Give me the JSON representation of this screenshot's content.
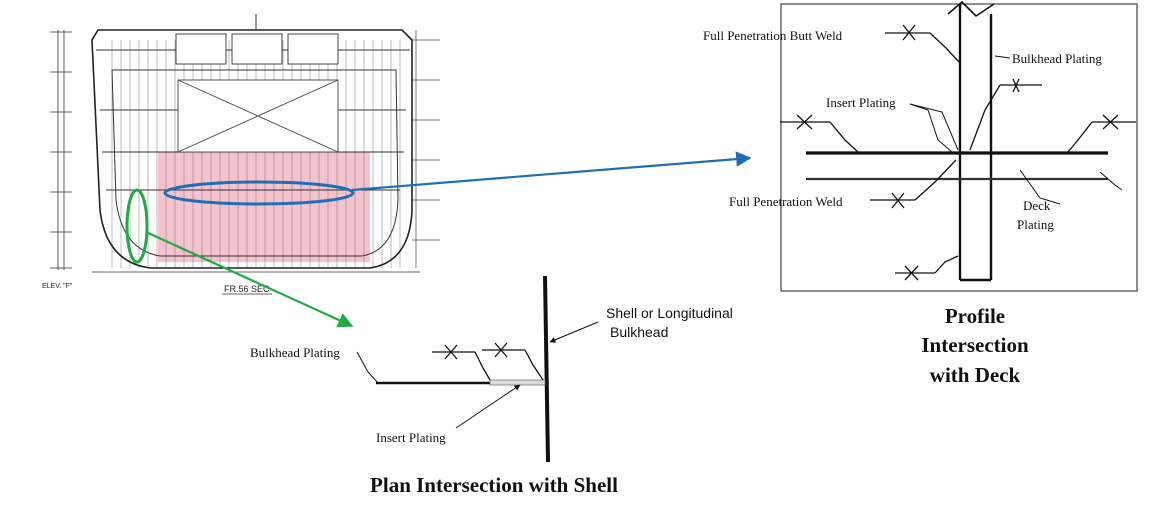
{
  "drawing": {
    "elev_label": "ELEV. \"F\"",
    "section_label": "FR.56 SEC"
  },
  "profile_detail": {
    "full_pen_butt_weld": "Full Penetration Butt Weld",
    "bulkhead_plating": "Bulkhead Plating",
    "insert_plating": "Insert Plating",
    "full_pen_weld": "Full Penetration Weld",
    "deck_plating_1": "Deck",
    "deck_plating_2": "Plating",
    "caption_1": "Profile",
    "caption_2": "Intersection",
    "caption_3": "with Deck"
  },
  "plan_detail": {
    "bulkhead_plating": "Bulkhead Plating",
    "shell_label_1": "Shell or Longitudinal",
    "shell_label_2": "Bulkhead",
    "insert_plating": "Insert Plating",
    "caption": "Plan Intersection with Shell"
  },
  "colors": {
    "highlight_fill": "#f2b8c6",
    "blue_callout": "#1f6fb5",
    "green_callout": "#22aa44",
    "line": "#111111"
  }
}
